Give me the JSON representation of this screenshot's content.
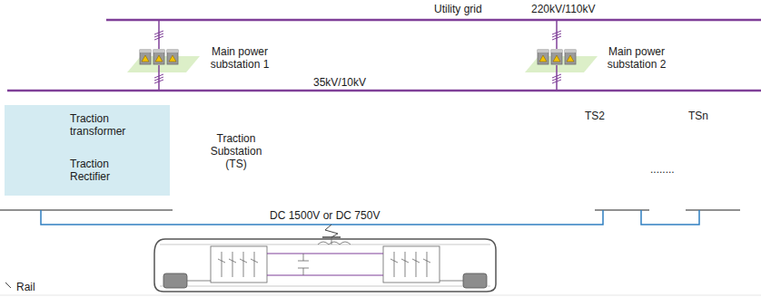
{
  "diagram": {
    "nodes": [
      {
        "text": [
          "Traction transformer",
          "Traction Rectifier"
        ]
      }
    ],
    "labels": [
      "Utility grid",
      "220kV/110kV",
      "Main power substation 1",
      "Main power substation 2",
      "35kV/10kV",
      "Traction Substation (TS)",
      "TS2",
      "TSn",
      "........",
      "DC 1500V or DC 750V",
      "Rail"
    ]
  }
}
